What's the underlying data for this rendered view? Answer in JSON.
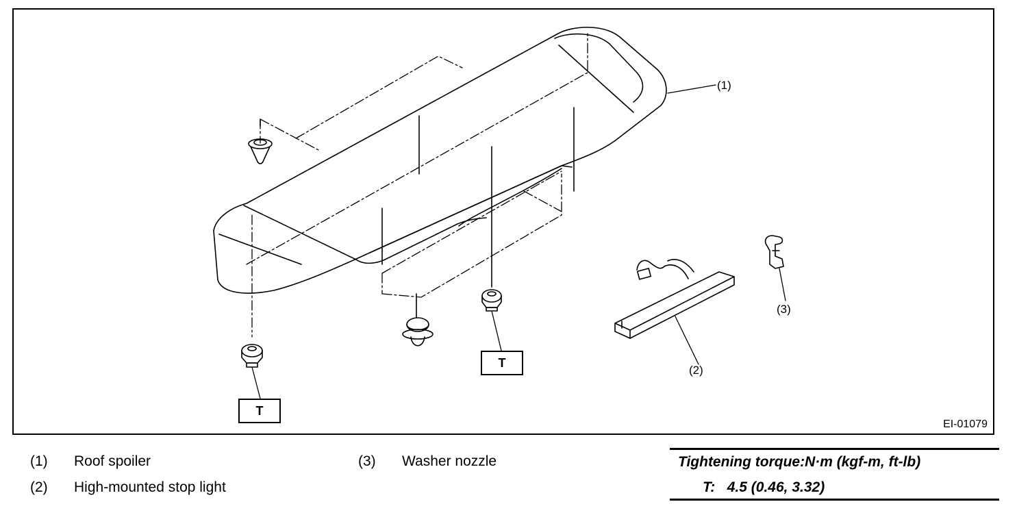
{
  "diagram": {
    "figure_id": "EI-01079",
    "callouts": [
      {
        "id": "c1",
        "text": "(1)"
      },
      {
        "id": "c2",
        "text": "(2)"
      },
      {
        "id": "c3",
        "text": "(3)"
      }
    ],
    "torque_marker": "T"
  },
  "legend": [
    {
      "num": "(1)",
      "label": "Roof spoiler"
    },
    {
      "num": "(2)",
      "label": "High-mounted stop light"
    },
    {
      "num": "(3)",
      "label": "Washer nozzle"
    }
  ],
  "torque": {
    "title": "Tightening torque:N·m (kgf-m, ft-lb)",
    "value": "T:   4.5 (0.46, 3.32)"
  }
}
